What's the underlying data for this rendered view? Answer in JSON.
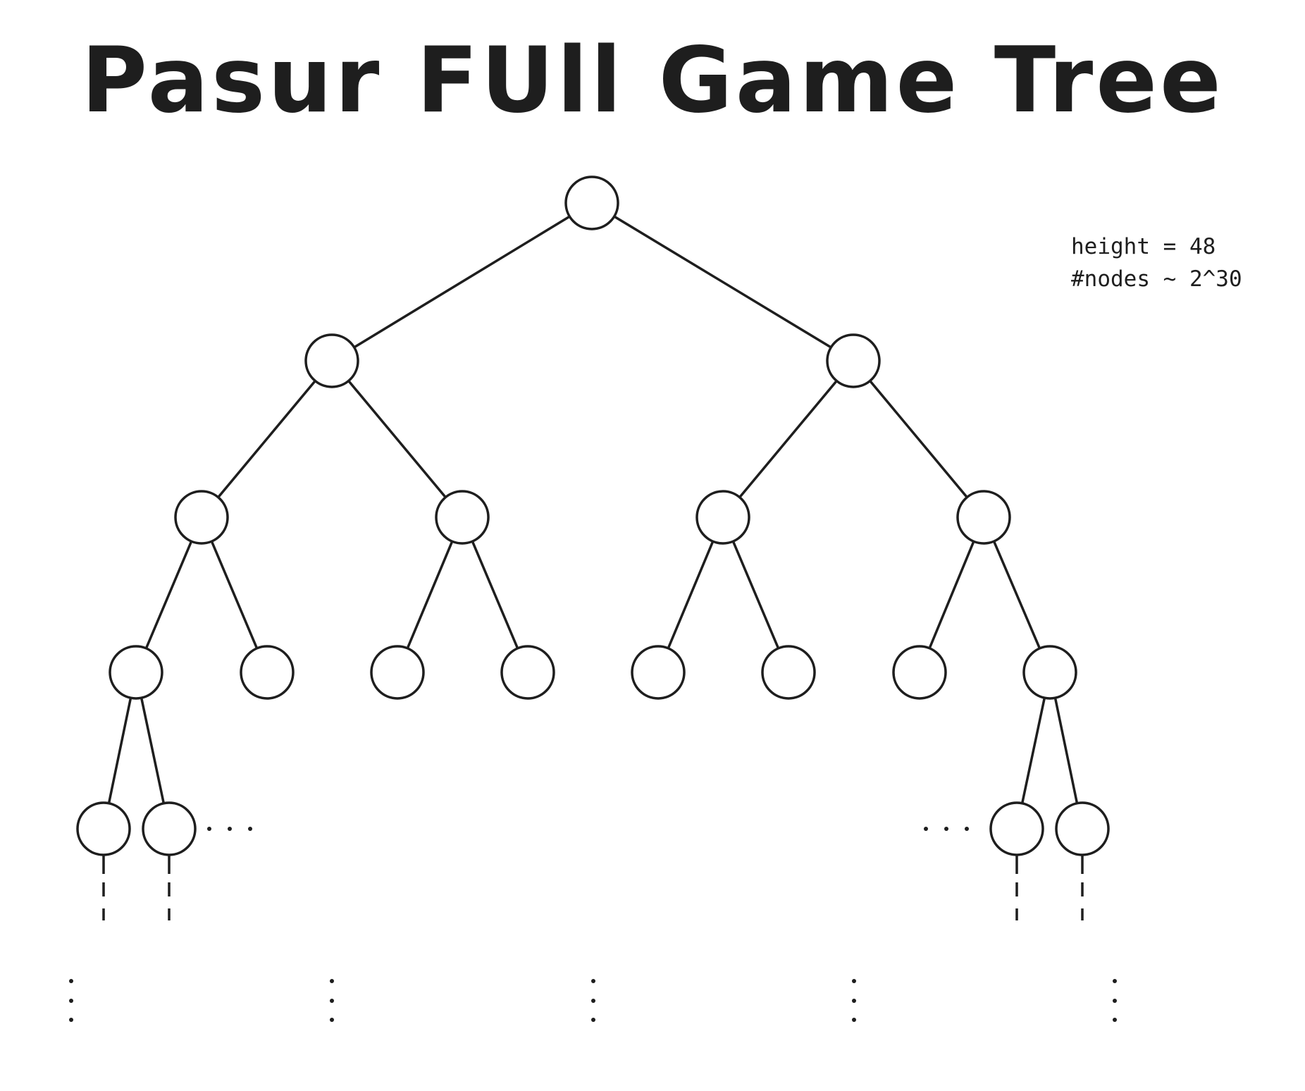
{
  "title": "Pasur FUll Game Tree",
  "annotations": {
    "height": "height = 48",
    "nodes": "#nodes ~ 2^30"
  },
  "ellipsis": "...",
  "colors": {
    "stroke": "#1e1e1e",
    "fill": "#ffffff"
  }
}
